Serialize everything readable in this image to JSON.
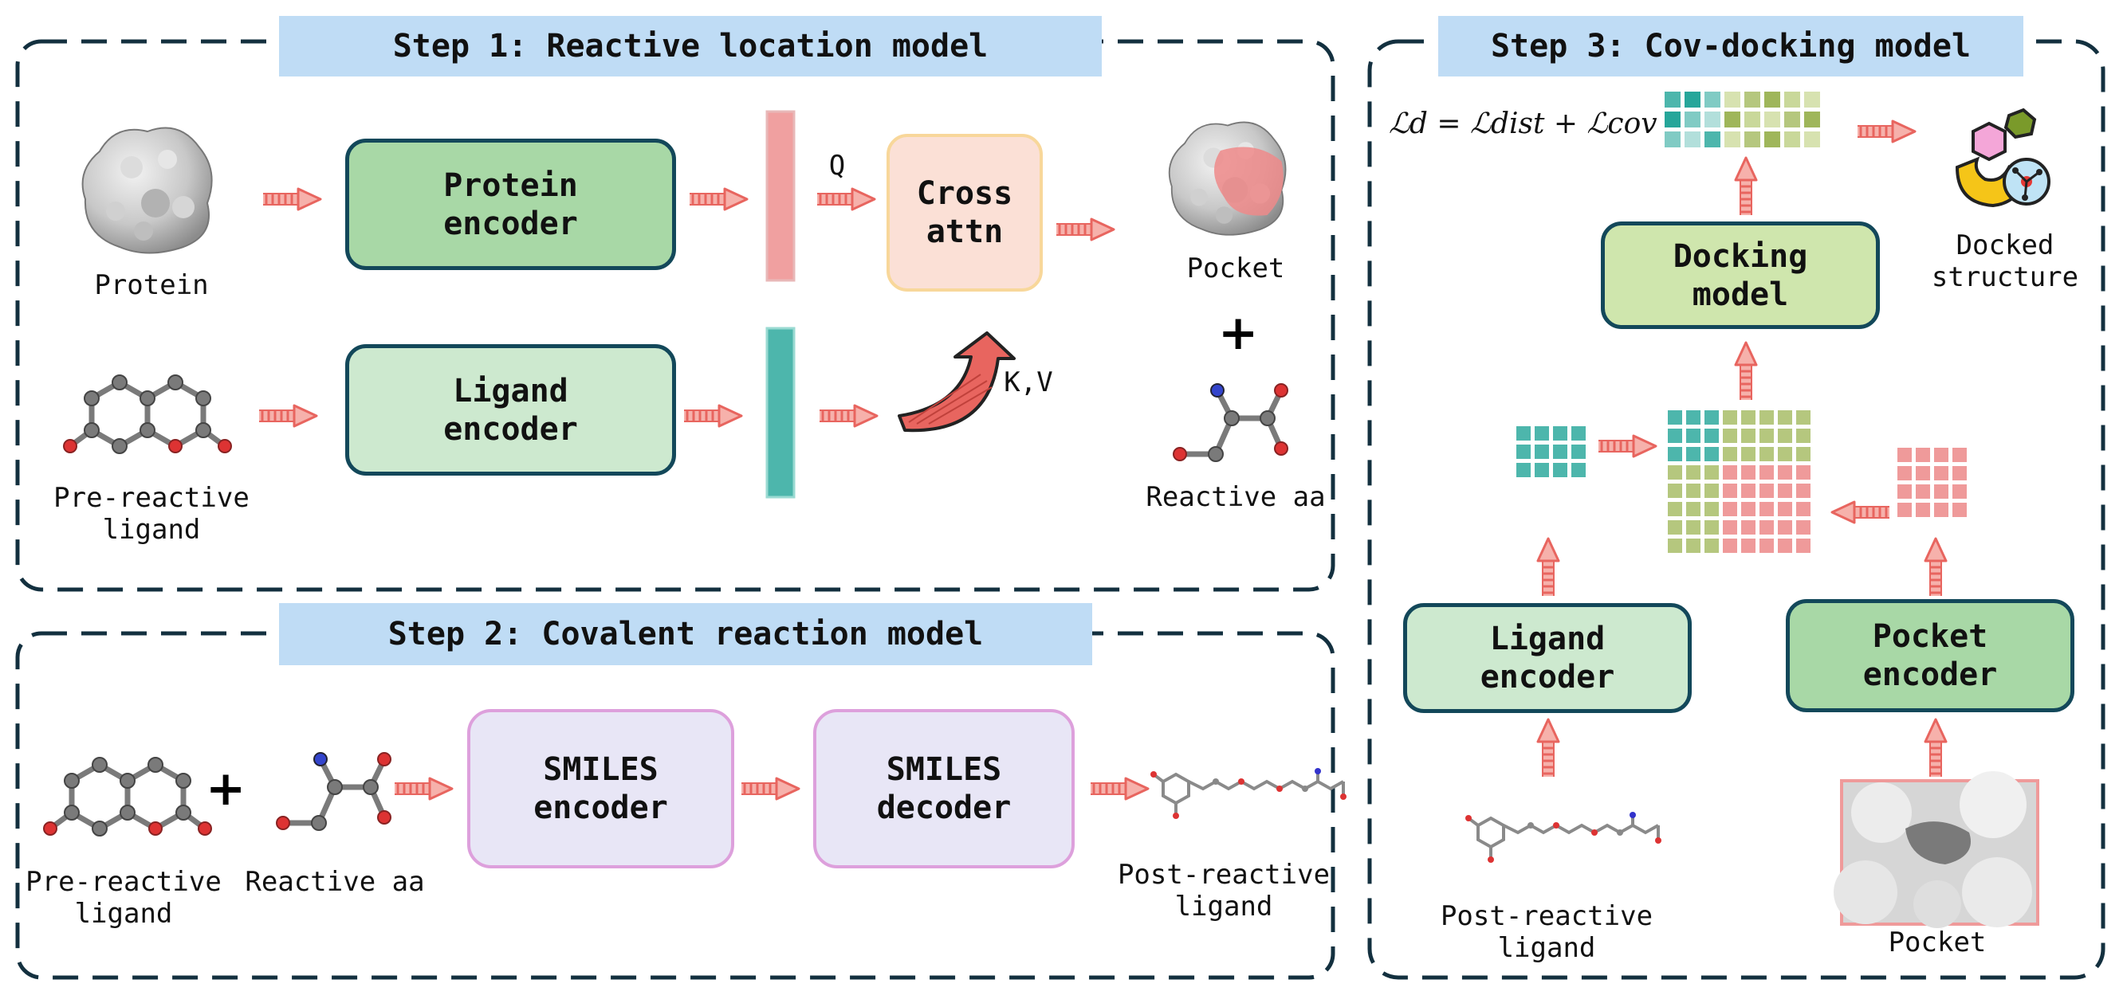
{
  "step1": {
    "title": "Step 1: Reactive location model",
    "protein_label": "Protein",
    "protein_encoder": "Protein\nencoder",
    "ligand_encoder": "Ligand\nencoder",
    "pre_reactive_label": "Pre-reactive\nligand",
    "q_label": "Q",
    "kv_label": "K,V",
    "cross_attn": "Cross\nattn",
    "pocket_label": "Pocket",
    "reactive_aa_label": "Reactive aa"
  },
  "step2": {
    "title": "Step 2: Covalent reaction model",
    "pre_reactive_label": "Pre-reactive\nligand",
    "reactive_aa_label": "Reactive aa",
    "smiles_encoder": "SMILES\nencoder",
    "smiles_decoder": "SMILES\ndecoder",
    "post_reactive_label": "Post-reactive\nligand"
  },
  "step3": {
    "title": "Step 3: Cov-docking model",
    "loss_formula": "ℒd = ℒdist + ℒcov",
    "docking_model": "Docking\nmodel",
    "docked_structure_label": "Docked\nstructure",
    "ligand_encoder": "Ligand\nencoder",
    "pocket_encoder": "Pocket\nencoder",
    "post_reactive_label": "Post-reactive\nligand",
    "pocket_label": "Pocket"
  },
  "colors": {
    "teal": "#4db6ac",
    "olive": "#b5c77e",
    "pink": "#ef9a9a",
    "arrow": "#e8655f",
    "border": "#13485a",
    "header_bg": "#bfdcf5"
  },
  "icons": [
    "protein-surface-icon",
    "molecule-icon",
    "pocket-surface-icon",
    "docked-structure-icon"
  ]
}
